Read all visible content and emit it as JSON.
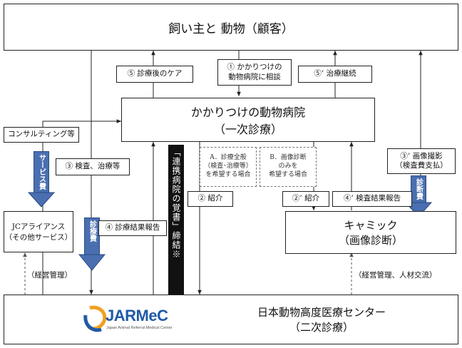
{
  "top_box": {
    "title": "飼い主と 動物（顧客）"
  },
  "primary_hospital": {
    "line1": "かかりつけの動物病院",
    "line2": "（一次診療）"
  },
  "jc_alliance": {
    "line1": "JCアライアンス",
    "line2": "（その他サービス）"
  },
  "camic": {
    "line1": "キャミック",
    "line2": "（画像診断）"
  },
  "jarmec": {
    "logo_text": "JARMeC",
    "logo_subtext": "Japan Animal Referral Medical Center",
    "line1": "日本動物高度医療センター",
    "line2": "（二次診療）"
  },
  "labels": {
    "care_after": "⑤ 診療後のケア",
    "consult_line1": "① かかりつけの",
    "consult_line2": "動物病院に相談",
    "continue_treatment": "⑤’ 治療継続",
    "consulting": "コンサルティング等",
    "exam_treatment": "③ 検査、治療等",
    "imaging_line1": "③’ 画像撮影",
    "imaging_line2": "（検査費支払）",
    "referral": "② 紹介",
    "referral_prime": "②’ 紹介",
    "report": "④ 診療結果報告",
    "exam_report": "④’ 検査結果報告",
    "management": "（経営管理）",
    "management_hr": "（経営管理、人材交流）"
  },
  "options": {
    "a_line1": "A．診療全般",
    "a_line2": "（検査･治療等）",
    "a_line3": "を希望する場合",
    "b_line1": "B．画像診断",
    "b_line2": "のみを",
    "b_line3": "希望する場合"
  },
  "agreement_band": "「連携病院の覚書」締結※",
  "fee_arrows": {
    "service_fee": "サービス費",
    "treatment_fee": "診療費",
    "diagnosis_fee": "診断費"
  },
  "colors": {
    "arrow_fill": "#4a6fb0",
    "band": "#111111",
    "logo_blue": "#1f5aa8",
    "logo_orange": "#f0a020"
  }
}
